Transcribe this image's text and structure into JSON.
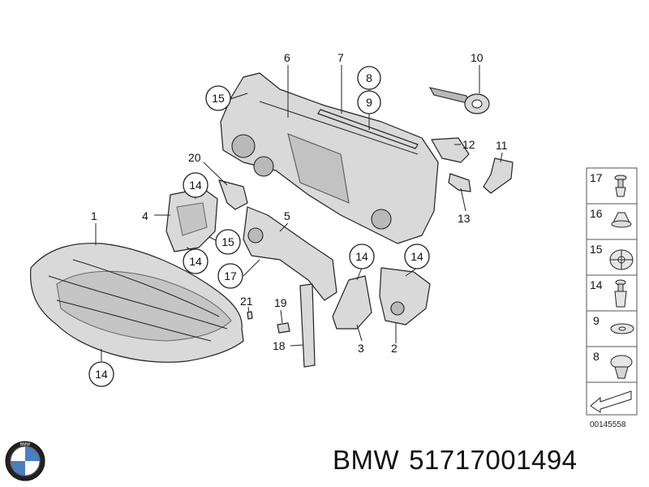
{
  "diagram": {
    "callouts": {
      "c1": "1",
      "c2": "2",
      "c3": "3",
      "c4": "4",
      "c5": "5",
      "c6": "6",
      "c7": "7",
      "c8": "8",
      "c9": "9",
      "c10": "10",
      "c11": "11",
      "c12": "12",
      "c13": "13",
      "c14a": "14",
      "c14b": "14",
      "c14c": "14",
      "c14d": "14",
      "c14e": "14",
      "c15a": "15",
      "c15b": "15",
      "c17": "17",
      "c18": "18",
      "c19": "19",
      "c20": "20",
      "c21": "21"
    },
    "legend": [
      "17",
      "16",
      "15",
      "14",
      "9",
      "8"
    ],
    "catalog_number": "00145558"
  },
  "footer": {
    "brand": "BMW",
    "part_number": "51717001494",
    "logo_letters": "BMW"
  }
}
